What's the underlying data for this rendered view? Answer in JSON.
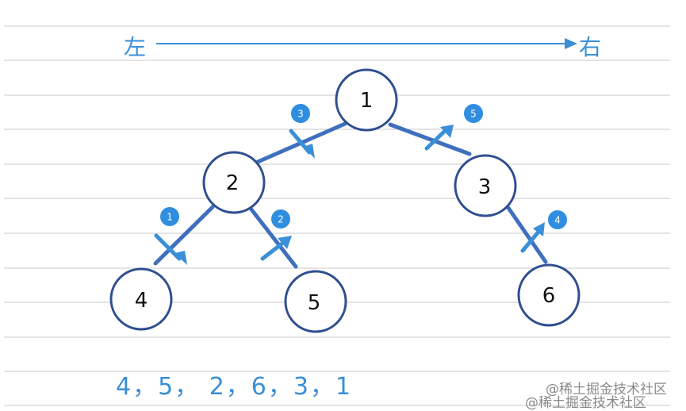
{
  "direction": {
    "left_label": "左",
    "right_label": "右"
  },
  "tree": {
    "nodes": [
      {
        "id": "n1",
        "label": "1"
      },
      {
        "id": "n2",
        "label": "2"
      },
      {
        "id": "n3",
        "label": "3"
      },
      {
        "id": "n4",
        "label": "4"
      },
      {
        "id": "n5",
        "label": "5"
      },
      {
        "id": "n6",
        "label": "6"
      }
    ],
    "edges": [
      {
        "from": "n1",
        "to": "n2",
        "step": "3"
      },
      {
        "from": "n1",
        "to": "n3",
        "step": "5"
      },
      {
        "from": "n2",
        "to": "n4",
        "step": "1"
      },
      {
        "from": "n2",
        "to": "n5",
        "step": "2"
      },
      {
        "from": "n3",
        "to": "n6",
        "step": "4"
      }
    ]
  },
  "traversal_sequence": "4，5， 2，6，3，1",
  "watermark": {
    "line1": "@稀土掘金技术社区",
    "line2": "@稀土掘金技术社区"
  },
  "colors": {
    "edge": "#3f6fbf",
    "node_stroke": "#2f4f8f",
    "badge": "#2f8ee0",
    "arrow": "#3a8fd8",
    "text_blue": "#3a8fd8",
    "rule_lines": "#c8c8c8"
  }
}
